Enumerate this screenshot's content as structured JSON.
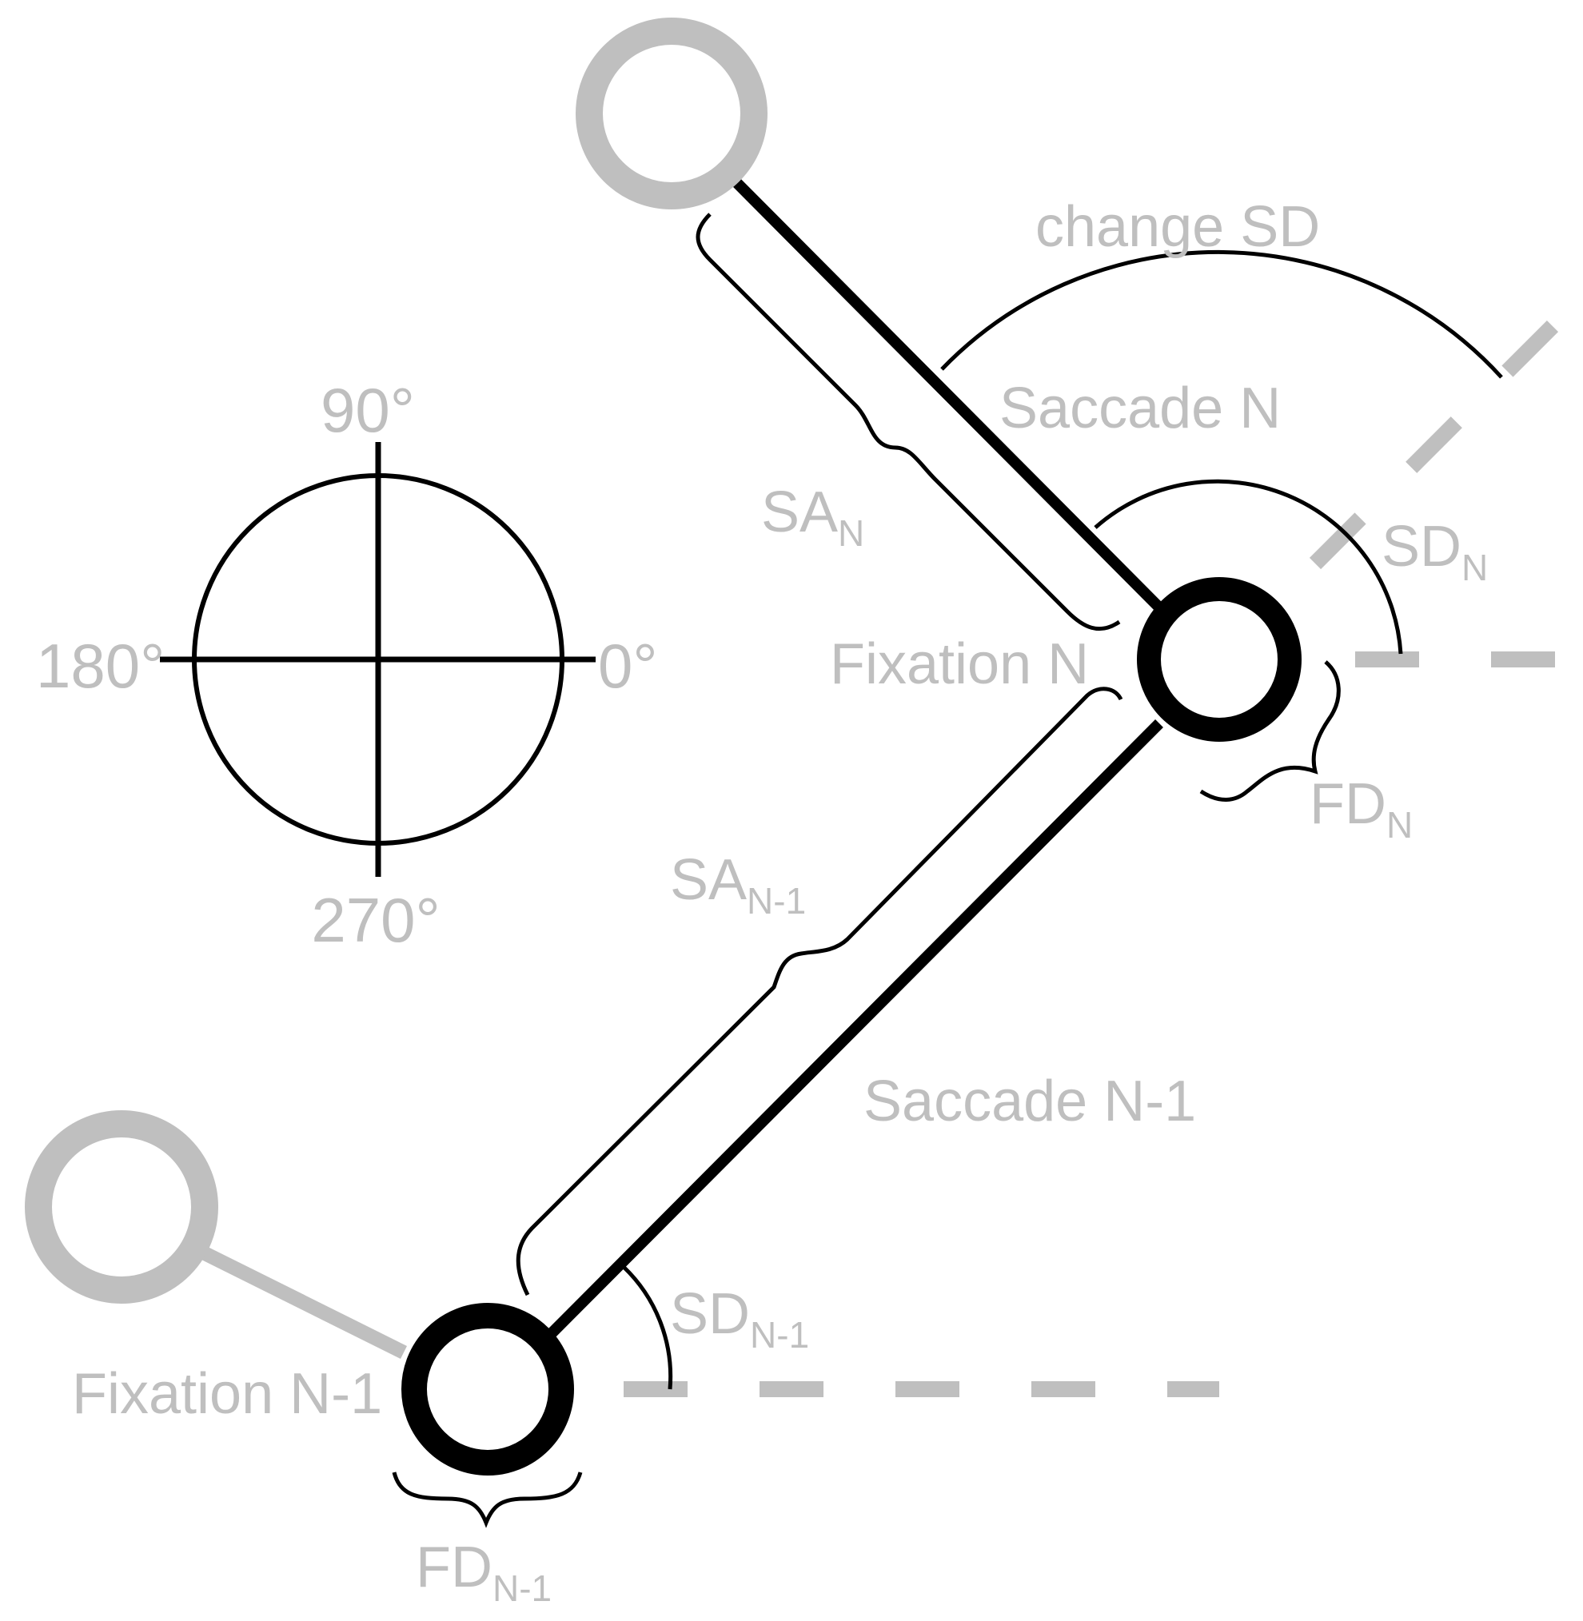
{
  "compass": {
    "top": "90°",
    "left": "180°",
    "right": "0°",
    "bottom": "270°"
  },
  "labels": {
    "change_sd": "change SD",
    "saccade_n": "Saccade N",
    "fixation_n": "Fixation N",
    "saccade_n_minus_1": "Saccade N-1",
    "fixation_n_minus_1": "Fixation N-1"
  },
  "measures": {
    "sa_n": {
      "main": "SA",
      "sub": "N"
    },
    "sd_n": {
      "main": "SD",
      "sub": "N"
    },
    "fd_n": {
      "main": "FD",
      "sub": "N"
    },
    "sa_n_minus_1": {
      "main": "SA",
      "sub": "N-1"
    },
    "sd_n_minus_1": {
      "main": "SD",
      "sub": "N-1"
    },
    "fd_n_minus_1": {
      "main": "FD",
      "sub": "N-1"
    }
  },
  "colors": {
    "primary": "#000000",
    "secondary": "#bfbfbf"
  }
}
